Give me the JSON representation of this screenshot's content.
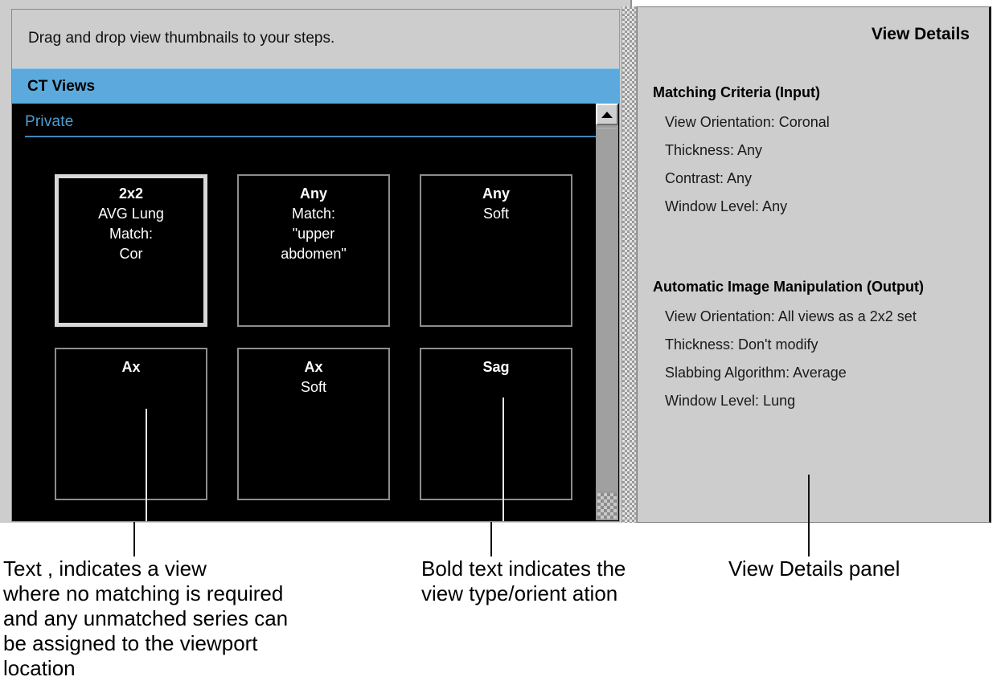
{
  "app": {
    "hint_bar": {
      "text": "Drag and drop view thumbnails to your steps."
    },
    "views_header": {
      "label": "CT Views"
    },
    "group": {
      "label": "Private"
    },
    "scrollbar": {
      "up_arrow_icon": "triangle-up-icon",
      "thumb_name": "scrollbar-thumb"
    },
    "splitter": {
      "name": "panel-splitter"
    }
  },
  "thumbnails": [
    {
      "id": "thumb-2x2-avg-lung",
      "selected": true,
      "lines": [
        {
          "text": "2x2",
          "bold": true
        },
        {
          "text": "AVG Lung",
          "bold": false
        },
        {
          "text": "Match:",
          "bold": false
        },
        {
          "text": "Cor",
          "bold": false
        }
      ]
    },
    {
      "id": "thumb-any-upper-abdomen",
      "selected": false,
      "lines": [
        {
          "text": "Any",
          "bold": true
        },
        {
          "text": "Match:",
          "bold": false
        },
        {
          "text": "\"upper",
          "bold": false
        },
        {
          "text": "abdomen\"",
          "bold": false
        }
      ]
    },
    {
      "id": "thumb-any-soft",
      "selected": false,
      "lines": [
        {
          "text": "Any",
          "bold": true
        },
        {
          "text": "Soft",
          "bold": false
        }
      ]
    },
    {
      "id": "thumb-ax",
      "selected": false,
      "lines": [
        {
          "text": "Ax",
          "bold": true
        }
      ]
    },
    {
      "id": "thumb-ax-soft",
      "selected": false,
      "lines": [
        {
          "text": "Ax",
          "bold": true
        },
        {
          "text": "Soft",
          "bold": false
        }
      ]
    },
    {
      "id": "thumb-sag",
      "selected": false,
      "lines": [
        {
          "text": "Sag",
          "bold": true
        }
      ]
    }
  ],
  "view_details": {
    "title": "View Details",
    "sections": [
      {
        "heading": "Matching Criteria (Input)",
        "rows": [
          "View Orientation: Coronal",
          "Thickness: Any",
          "Contrast: Any",
          "Window Level: Any"
        ]
      },
      {
        "heading": "Automatic Image Manipulation (Output)",
        "rows": [
          "View Orientation: All views as a 2x2 set",
          "Thickness: Don't modify",
          "Slabbing Algorithm: Average",
          "Window Level: Lung"
        ]
      }
    ]
  },
  "annotations": [
    {
      "id": "annotation-plain-text",
      "text": "Text , indicates a view\nwhere no matching is required\nand any unmatched series can\nbe assigned to the viewport\nlocation"
    },
    {
      "id": "annotation-bold-text",
      "text": "Bold text indicates the\nview type/orient ation"
    },
    {
      "id": "annotation-view-details",
      "text": "View Details panel"
    }
  ],
  "colors": {
    "accent_blue": "#5caadd",
    "group_label_blue": "#4d9ed4",
    "panel_gray": "#cdcdcd",
    "thumbnail_bg": "#000000",
    "thumbnail_border": "#8d8d8d",
    "selected_border": "#d8d8d8"
  }
}
